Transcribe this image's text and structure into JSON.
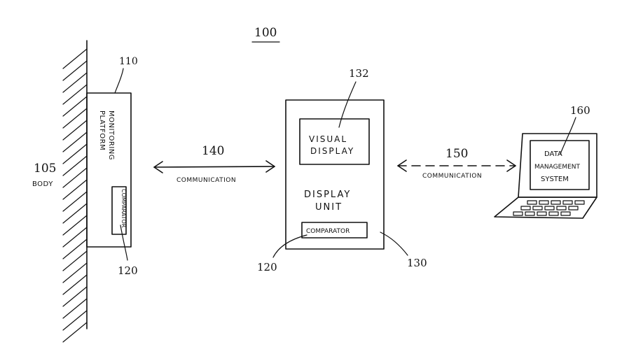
{
  "figure": {
    "ref_number": "100"
  },
  "body": {
    "ref": "105",
    "label": "BODY"
  },
  "monitoring_platform": {
    "ref": "110",
    "label_line1": "MONITORING",
    "label_line2": "PLATFORM",
    "comparator_label": "COMPARATOR",
    "comparator_ref": "120"
  },
  "link_140": {
    "ref": "140",
    "label": "COMMUNICATION"
  },
  "display_unit": {
    "ref": "130",
    "visual_display_ref": "132",
    "visual_display_line1": "VISUAL",
    "visual_display_line2": "DISPLAY",
    "label_line1": "DISPLAY",
    "label_line2": "UNIT",
    "comparator_label": "COMPARATOR",
    "comparator_ref": "120"
  },
  "link_150": {
    "ref": "150",
    "label": "COMMUNICATION"
  },
  "data_management": {
    "ref": "160",
    "line1": "DATA",
    "line2": "MANAGEMENT",
    "line3": "SYSTEM"
  }
}
